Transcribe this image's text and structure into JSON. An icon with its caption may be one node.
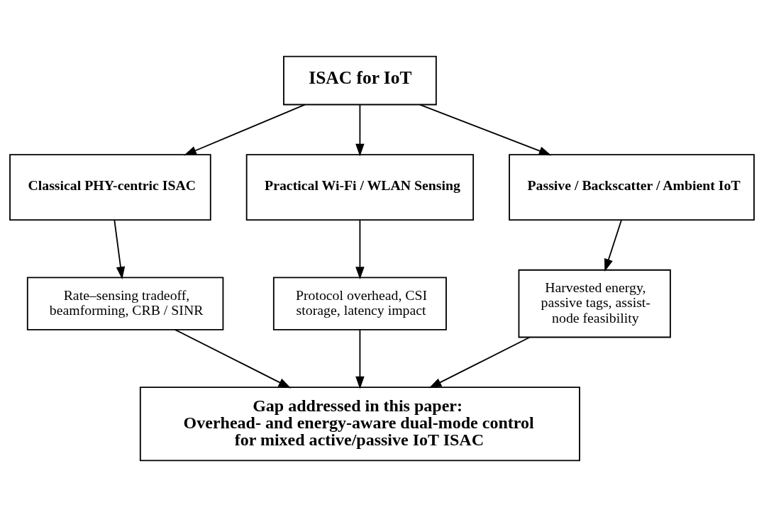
{
  "diagram": {
    "nodes": [
      {
        "text": [
          "ISAC for IoT"
        ]
      },
      {
        "text": [
          "Classical PHY-centric ISAC"
        ]
      },
      {
        "text": [
          "Practical Wi-Fi / WLAN Sensing"
        ]
      },
      {
        "text": [
          "Passive / Backscatter / Ambient IoT"
        ]
      },
      {
        "text": [
          "Rate–sensing tradeoff, beamforming, CRB / SINR"
        ]
      },
      {
        "text": [
          "Protocol overhead, CSI storage, latency impact"
        ]
      },
      {
        "text": [
          "Harvested energy, passive tags, assist-node feasibility"
        ]
      },
      {
        "text": [
          "Gap addressed in this paper:",
          "Overhead- and energy-aware dual-mode control for mixed active/passive IoT ISAC"
        ]
      }
    ],
    "edges": [
      {
        "from": 0,
        "to": 1,
        "arrow": "to"
      },
      {
        "from": 0,
        "to": 2,
        "arrow": "to"
      },
      {
        "from": 0,
        "to": 3,
        "arrow": "to"
      },
      {
        "from": 1,
        "to": 4,
        "arrow": "to"
      },
      {
        "from": 2,
        "to": 5,
        "arrow": "to"
      },
      {
        "from": 3,
        "to": 6,
        "arrow": "to"
      },
      {
        "from": 4,
        "to": 7,
        "arrow": "to"
      },
      {
        "from": 5,
        "to": 7,
        "arrow": "to"
      },
      {
        "from": 6,
        "to": 7,
        "arrow": "to"
      }
    ]
  }
}
